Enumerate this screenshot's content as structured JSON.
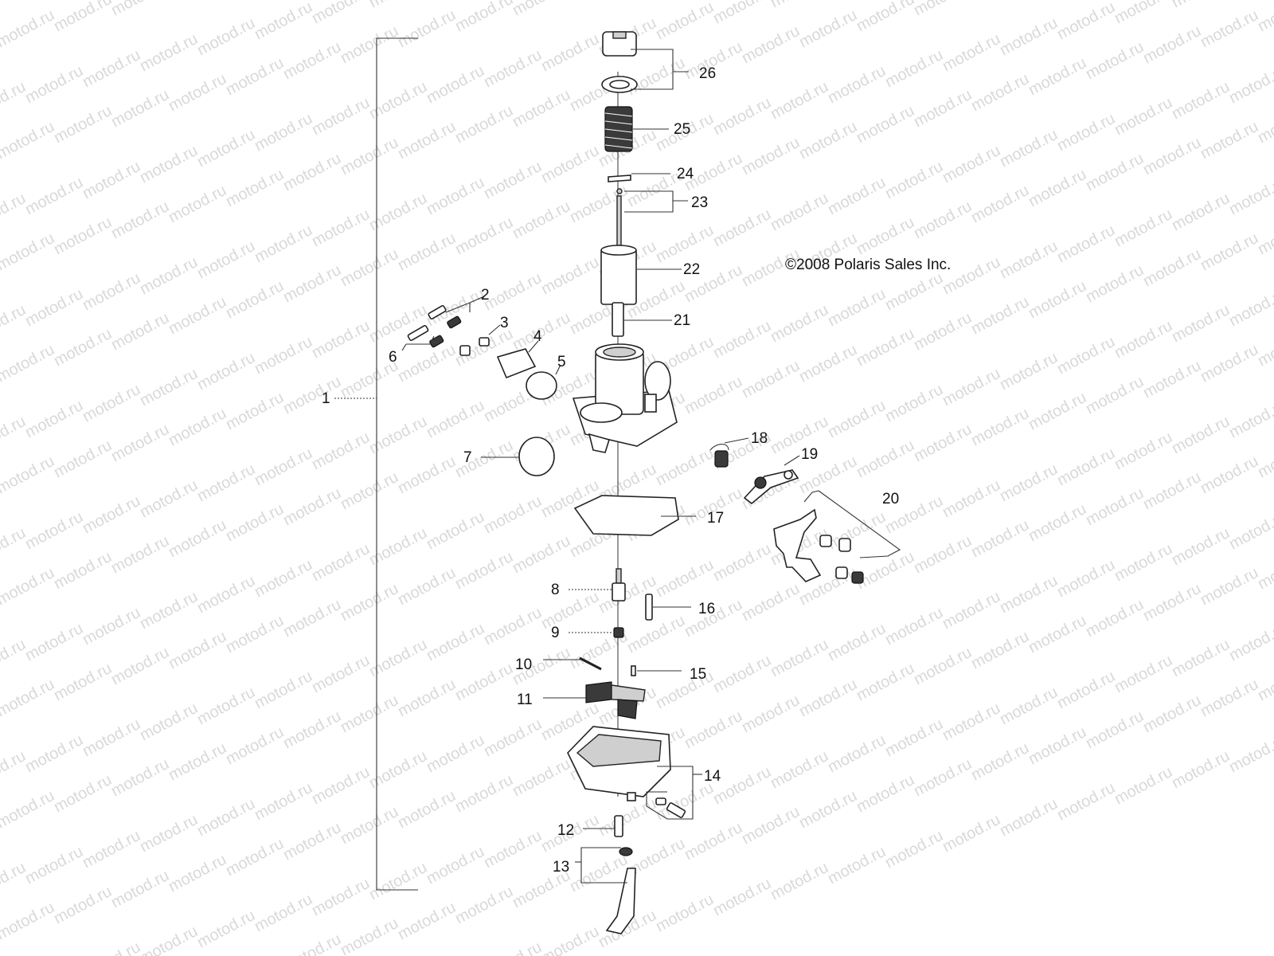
{
  "watermark_text": "motod.ru",
  "copyright": "©2008 Polaris Sales Inc.",
  "callouts": [
    "1",
    "2",
    "3",
    "4",
    "5",
    "6",
    "7",
    "8",
    "9",
    "10",
    "11",
    "12",
    "13",
    "14",
    "15",
    "16",
    "17",
    "18",
    "19",
    "20",
    "21",
    "22",
    "23",
    "24",
    "25",
    "26"
  ],
  "colors": {
    "line": "#222222",
    "watermark": "#d9d9d9",
    "background": "#ffffff"
  }
}
